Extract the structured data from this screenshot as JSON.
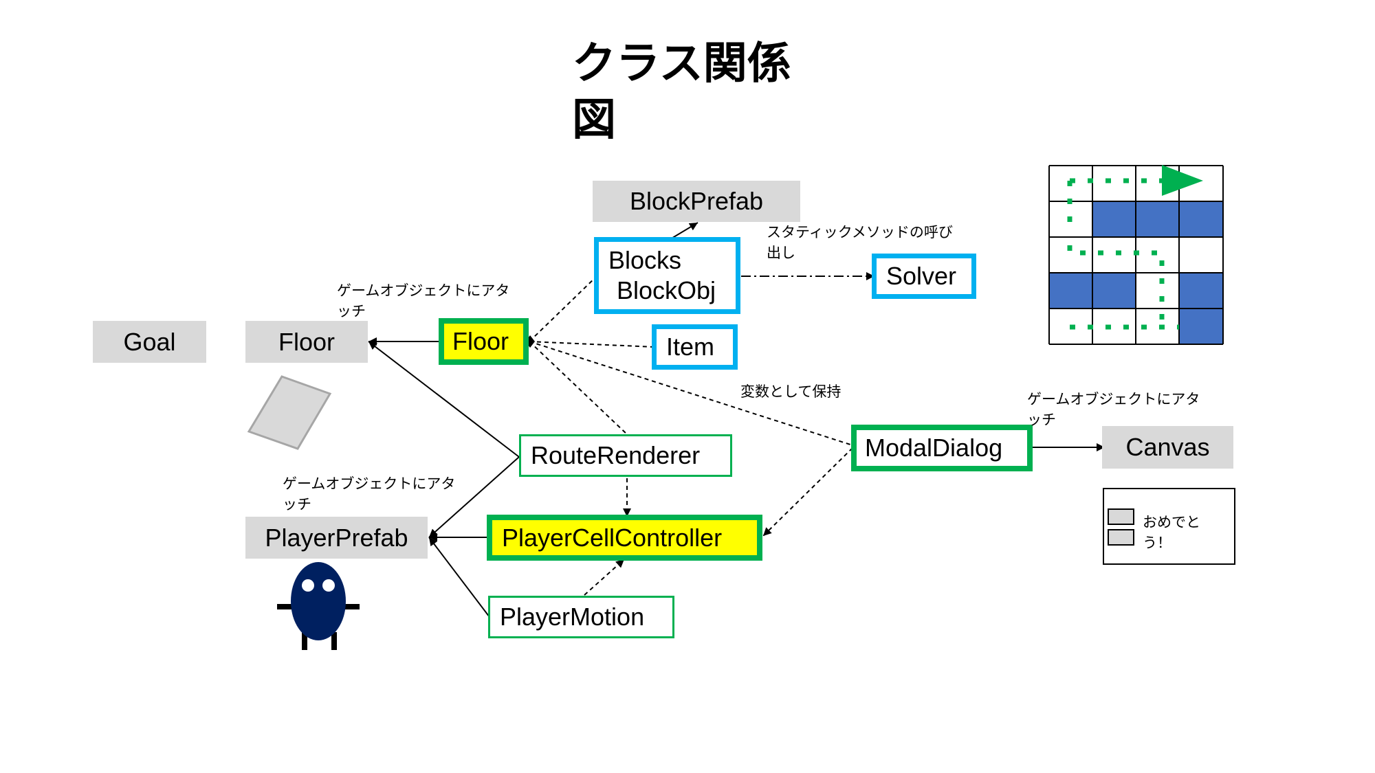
{
  "title": "クラス関係図",
  "nodes": {
    "goal": "Goal",
    "floor_prefab": "Floor",
    "floor": "Floor",
    "block_prefab": "BlockPrefab",
    "blocks_line1": "Blocks",
    "blocks_line2": "BlockObj",
    "solver": "Solver",
    "item": "Item",
    "route_renderer": "RouteRenderer",
    "player_cell_controller": "PlayerCellController",
    "player_motion": "PlayerMotion",
    "player_prefab": "PlayerPrefab",
    "modal_dialog": "ModalDialog",
    "canvas": "Canvas"
  },
  "notes": {
    "attach_floor": "ゲームオブジェクトにアタッチ",
    "attach_player": "ゲームオブジェクトにアタッチ",
    "attach_canvas": "ゲームオブジェクトにアタッチ",
    "static_call": "スタティックメソッドの呼び出し",
    "hold_as_variable": "変数として保持",
    "dialog_text": "おめでとう！"
  },
  "colors": {
    "gray_box": "#d9d9d9",
    "green_border": "#00b050",
    "blue_border": "#00b0f0",
    "highlight": "#ffff00",
    "maze_wall": "#4472c4",
    "route": "#00b050",
    "player": "#002060"
  }
}
